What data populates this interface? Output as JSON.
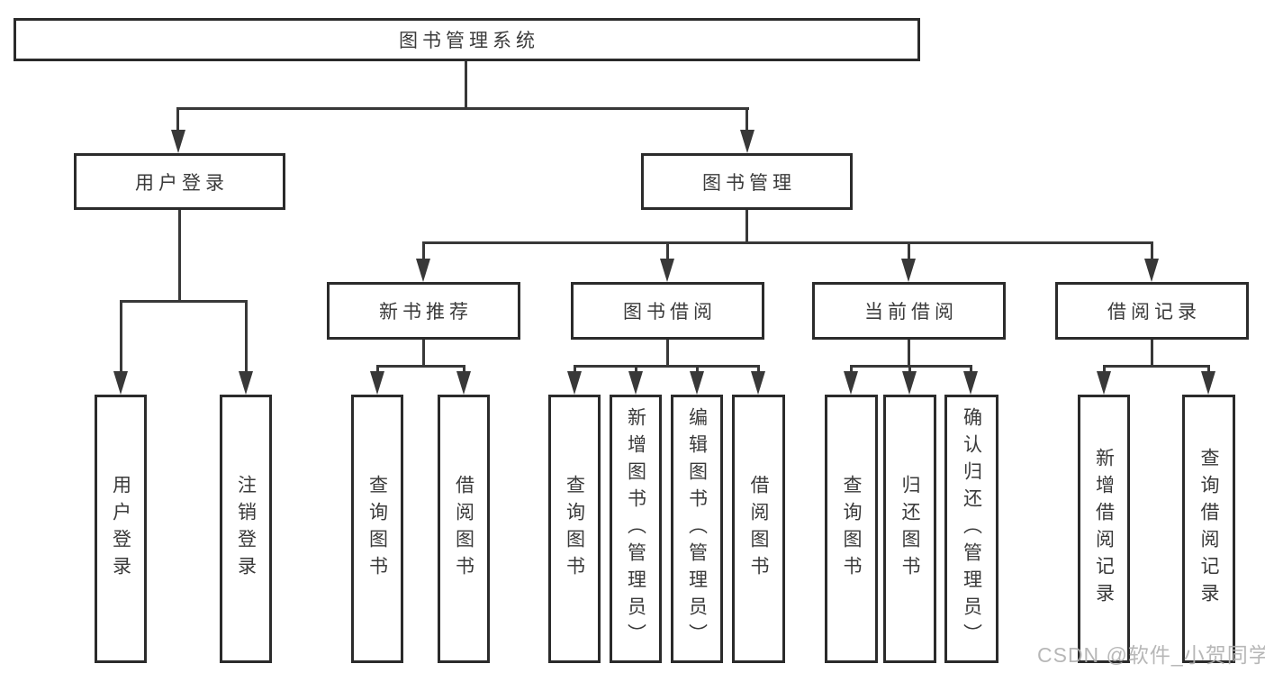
{
  "diagram": {
    "type": "hierarchy-tree",
    "title": "图书管理系统",
    "root": {
      "label": "图书管理系统"
    },
    "level2": [
      {
        "label": "用户登录"
      },
      {
        "label": "图书管理"
      }
    ],
    "level3": [
      {
        "label": "新书推荐",
        "parent": "图书管理"
      },
      {
        "label": "图书借阅",
        "parent": "图书管理"
      },
      {
        "label": "当前借阅",
        "parent": "图书管理"
      },
      {
        "label": "借阅记录",
        "parent": "图书管理"
      }
    ],
    "leaves": [
      {
        "label": "用户登录",
        "parent": "用户登录"
      },
      {
        "label": "注销登录",
        "parent": "用户登录"
      },
      {
        "label": "查询图书",
        "parent": "新书推荐"
      },
      {
        "label": "借阅图书",
        "parent": "新书推荐"
      },
      {
        "label": "查询图书",
        "parent": "图书借阅"
      },
      {
        "label": "新增图书（管理员）",
        "parent": "图书借阅"
      },
      {
        "label": "编辑图书（管理员）",
        "parent": "图书借阅"
      },
      {
        "label": "借阅图书",
        "parent": "图书借阅"
      },
      {
        "label": "查询图书",
        "parent": "当前借阅"
      },
      {
        "label": "归还图书",
        "parent": "当前借阅"
      },
      {
        "label": "确认归还（管理员）",
        "parent": "当前借阅"
      },
      {
        "label": "新增借阅记录",
        "parent": "借阅记录"
      },
      {
        "label": "查询借阅记录",
        "parent": "借阅记录"
      }
    ],
    "colors": {
      "box_border": "#2b2b2b",
      "connector_line": "#383838",
      "text": "#3a3a3a",
      "watermark_text": "#b0b0b0",
      "background": "#ffffff"
    }
  },
  "watermark": {
    "text": "CSDN @软件_小贺同学"
  }
}
